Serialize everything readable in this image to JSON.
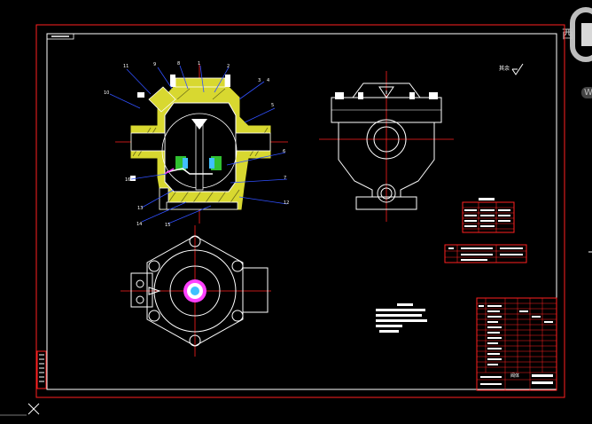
{
  "viewcube": {
    "label": "西",
    "badge": "W"
  },
  "drawing": {
    "roughness_note": "其余",
    "balloons": [
      "11",
      "10",
      "9",
      "8",
      "1",
      "2",
      "3",
      "4",
      "5",
      "6",
      "7",
      "12",
      "13",
      "14",
      "15",
      "16"
    ],
    "title_block_title": "阀体"
  },
  "colors": {
    "background": "#000000",
    "frame": "#ff2020",
    "section_hatch": "#d8d830",
    "leader": "#3050ff",
    "centerline": "#ff2020",
    "outline": "#ffffff",
    "seal": "#30c030",
    "gasket": "#40c0ff",
    "detail": "#ff40ff"
  },
  "icons": {
    "ucs": "ucs-cross-icon",
    "roughness": "roughness-check-icon"
  }
}
